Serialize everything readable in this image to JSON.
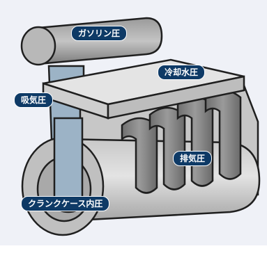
{
  "labels": {
    "gasoline": "ガソリン圧",
    "coolant": "冷却水圧",
    "intake": "吸気圧",
    "exhaust": "排気圧",
    "crankcase": "クランクケース内圧"
  },
  "colors": {
    "background": "#eff1f7",
    "label_bg": "#0e3a66",
    "metal_light": "#d8d8d8",
    "metal_mid": "#b5b5b5",
    "metal_dark": "#7e7e7e",
    "outline": "#1f1f1f",
    "highlight_blue": "#9cb3c6"
  }
}
